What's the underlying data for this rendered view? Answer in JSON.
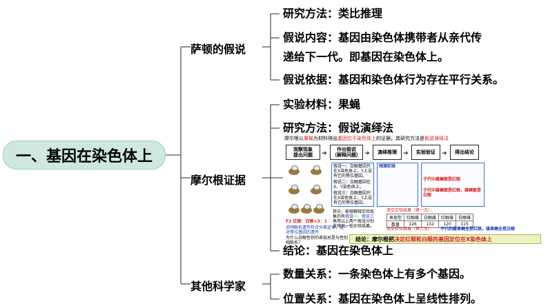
{
  "root": {
    "label": "一、基因在染色体上"
  },
  "branches": [
    {
      "label": "萨顿的假说",
      "leaves": [
        "研究方法：类比推理",
        "假说内容：基因由染色体携带者从亲代传",
        "递给下一代。即基因在染色体上。",
        "假说依据：基因和染色体行为存在平行关系。"
      ]
    },
    {
      "label": "摩尔根证据",
      "leaves": [
        "实验材料：果蝇",
        "研究方法：假说演绎法",
        "结论：基因在染色体上"
      ]
    },
    {
      "label": "其他科学家",
      "leaves": [
        "数量关系：一条染色体上有多个基因。",
        "位置关系：基因在染色体上呈线性排列。"
      ]
    }
  ],
  "figure": {
    "header_prefix": "摩尔根以",
    "header_fly": "果蝇",
    "header_mid": "为材料得出",
    "header_red": "基因位于染色体上",
    "header_tail": "的证据，其研究方法是",
    "header_method": "假说演绎法",
    "steps": [
      "观察现象\n提出问题",
      "作出假说\n（解释问题）",
      "演绎推理",
      "实验验证",
      "得出结论"
    ],
    "hyp_title": "假说一：白眼基因只在X染色体上，Y上没有它的等位基因。",
    "hyp_two": "假说二：白眼基因在X、Y染色体上。",
    "hyp_three": "假说三：白眼基因只在X染色体上，Y上没有它的等位基因。",
    "predict_label": "预测实验",
    "result_label1": "子代中雌蝇都是红眼",
    "result_label2": "子代中雌蝇都是红眼，雄蝇都是白眼",
    "f2_label": "F2 红眼：白眼=3：1",
    "f2_note": "说明眼色遗传符合分离定律，这一对等位基因的遗传",
    "question": "为什么白眼性状的表现总是与性别相联系？",
    "left_note": "其中，能够解释实验现象的有",
    "left_note2": "假说一、假说三",
    "left_note3": "再用以上两个假说分别去预测一些实验结果。",
    "test_title1": "测交实验结果（第一次）：",
    "test_title2": "测交实验结果（第二次）：",
    "table_head": [
      "表现型",
      "红眼雌",
      "白眼雌",
      "红眼雄",
      "白眼雄"
    ],
    "table_row": [
      "数量",
      "126",
      "132",
      "120",
      "115"
    ],
    "test2_result": "子代的雌果蝇全是红眼，雄果蝇全是白眼",
    "conclusion_prefix": "结论：摩尔根把",
    "conclusion_red": "决定红眼和白眼的基因定位在X染色体上"
  },
  "colors": {
    "root_fill": "#cfe8de",
    "accent_red": "#d42020",
    "accent_blue": "#1a3ab0",
    "line": "#555555"
  }
}
